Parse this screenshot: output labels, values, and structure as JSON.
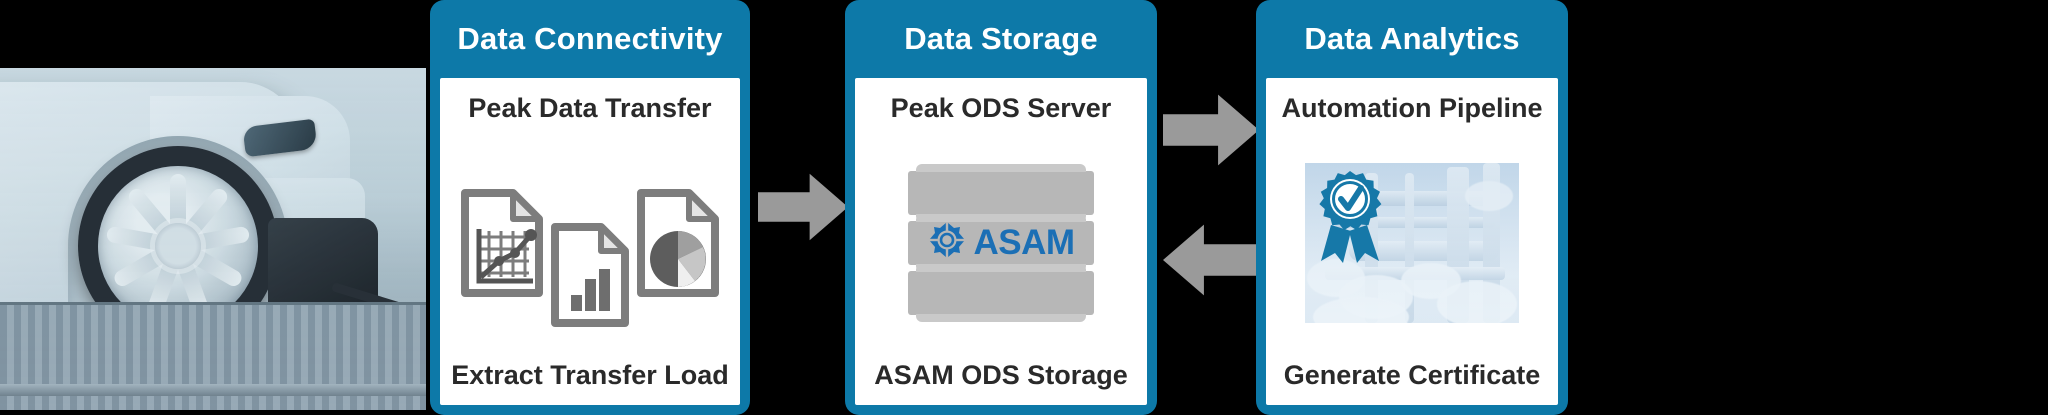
{
  "diagram": {
    "background_color": "#000000",
    "brand_color": "#0d79a8",
    "arrow_color": "#9a9a9a",
    "icon_gray": "#7d7d7d",
    "asam_blue": "#1b6fb5"
  },
  "photo": {
    "alt_name": "car-on-dynamometer-photo",
    "description": "White car front wheel on a chassis dynamometer test rig"
  },
  "arrows": [
    {
      "name": "arrow-photo-to-connectivity",
      "direction": "right"
    },
    {
      "name": "arrow-connectivity-to-storage",
      "direction": "right"
    },
    {
      "name": "arrow-storage-to-analytics",
      "direction": "right"
    },
    {
      "name": "arrow-analytics-to-storage",
      "direction": "left"
    }
  ],
  "cards": [
    {
      "id": "data-connectivity",
      "title": "Data Connectivity",
      "top_label": "Peak Data Transfer",
      "bottom_label": "Extract Transfer Load",
      "graphic": "document-icons",
      "icons": [
        "line-chart-document-icon",
        "bar-chart-document-icon",
        "pie-chart-document-icon"
      ]
    },
    {
      "id": "data-storage",
      "title": "Data Storage",
      "top_label": "Peak ODS Server",
      "bottom_label": "ASAM ODS Storage",
      "graphic": "server-stack",
      "logo_text": "ASAM"
    },
    {
      "id": "data-analytics",
      "title": "Data Analytics",
      "top_label": "Automation Pipeline",
      "bottom_label": "Generate Certificate",
      "graphic": "certificate-industrial-image",
      "icons": [
        "certificate-rosette-icon"
      ]
    }
  ]
}
